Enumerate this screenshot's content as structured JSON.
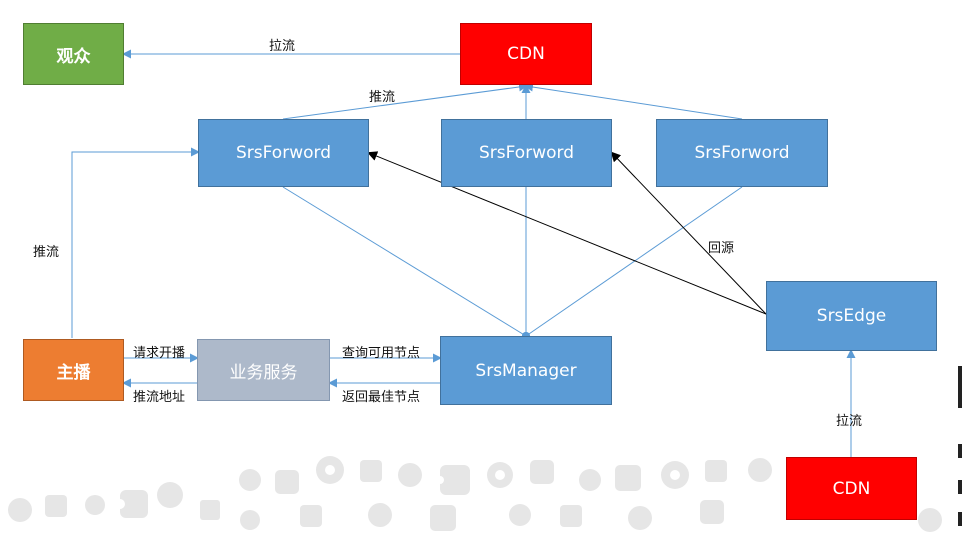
{
  "nodes": {
    "audience": "观众",
    "cdn_top": "CDN",
    "forward_1": "SrsForword",
    "forward_2": "SrsForword",
    "forward_3": "SrsForword",
    "anchor": "主播",
    "business": "业务服务",
    "manager": "SrsManager",
    "edge": "SrsEdge",
    "cdn_bottom": "CDN"
  },
  "edges": {
    "cdn_to_audience": "拉流",
    "forward_to_cdn": "推流",
    "anchor_to_forward": "推流",
    "anchor_to_business": "请求开播",
    "business_to_anchor": "推流地址",
    "business_to_manager": "查询可用节点",
    "manager_to_business": "返回最佳节点",
    "edge_origin_pull": "回源",
    "cdn_to_edge": "拉流"
  },
  "colors": {
    "blue": "#5b9bd5",
    "red": "#ff0000",
    "green": "#70ad47",
    "orange": "#ed7d31",
    "grey": "#adb9ca",
    "connector": "#5b9bd5",
    "origin_pull": "#000000"
  }
}
